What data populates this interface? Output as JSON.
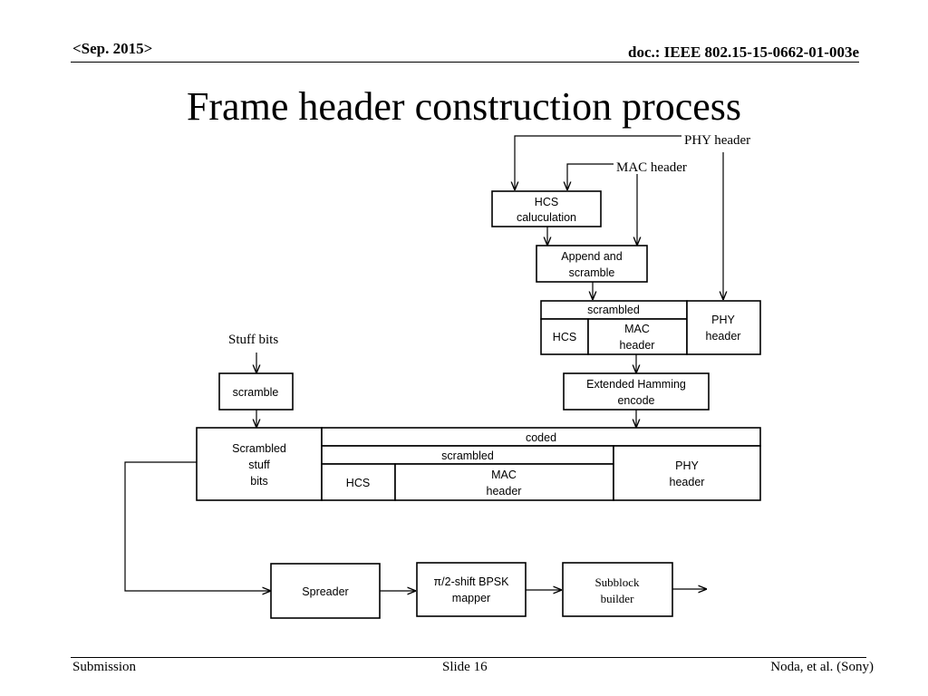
{
  "header": {
    "date": "<Sep. 2015>",
    "doc_id": "doc.: IEEE 802.15-15-0662-01-003e"
  },
  "title": "Frame header construction process",
  "diagram": {
    "inputs": {
      "phy_header": "PHY header",
      "mac_header": "MAC header",
      "stuff_bits": "Stuff bits"
    },
    "hcs_calc": [
      "HCS",
      "caluculation"
    ],
    "append_scramble": [
      "Append and",
      "scramble"
    ],
    "frame1": {
      "scrambled": "scrambled",
      "hcs": "HCS",
      "mac": [
        "MAC",
        "header"
      ],
      "phy": [
        "PHY",
        "header"
      ]
    },
    "hamming": [
      "Extended Hamming",
      "encode"
    ],
    "scramble": "scramble",
    "frame2": {
      "stuff": [
        "Scrambled",
        "stuff",
        "bits"
      ],
      "coded": "coded",
      "scrambled": "scrambled",
      "hcs": "HCS",
      "mac": [
        "MAC",
        "header"
      ],
      "phy": [
        "PHY",
        "header"
      ]
    },
    "spreader": "Spreader",
    "bpsk": [
      "π/2-shift BPSK",
      "mapper"
    ],
    "subblock": [
      "Subblock",
      "builder"
    ]
  },
  "footer": {
    "submission": "Submission",
    "slide": "Slide 16",
    "author": "Noda, et al. (Sony)"
  }
}
